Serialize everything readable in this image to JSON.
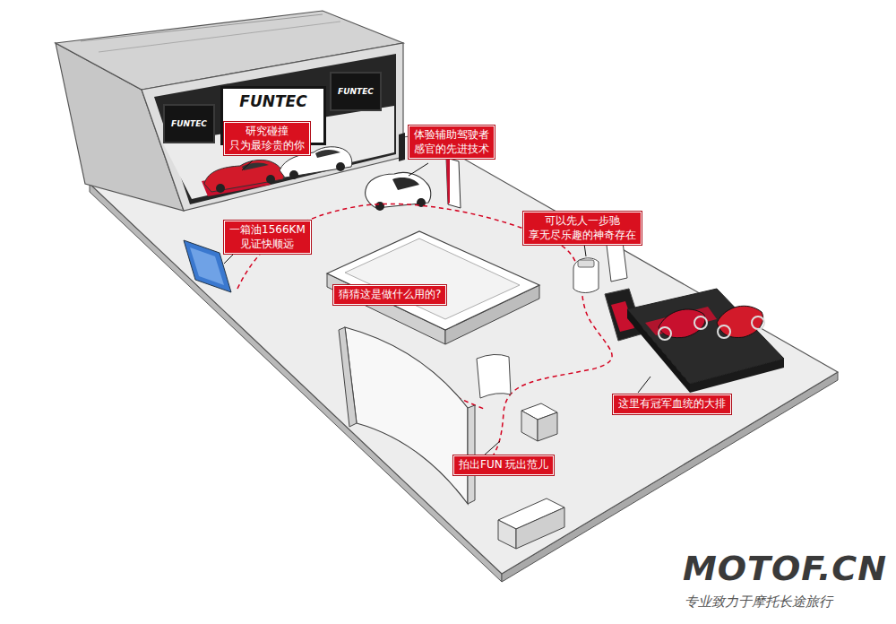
{
  "diagram": {
    "nodes": [
      {
        "text": [
          "FUNTEC"
        ]
      },
      {
        "text": [
          "FUNTEC"
        ]
      },
      {
        "text": [
          "FUNTEC"
        ]
      },
      {
        "text": [
          "研究碰撞 只为最珍贵的你"
        ]
      },
      {
        "text": [
          "体验辅助驾驶者 感官的先进技术"
        ]
      },
      {
        "text": [
          "一箱油1566KM 见证快顺远"
        ]
      },
      {
        "text": [
          "可以先人一步驰 享无尽乐趣的神奇存在"
        ]
      },
      {
        "text": [
          "猜猜这是做什么用的?"
        ]
      },
      {
        "text": [
          "这里有冠军血统的大排"
        ]
      },
      {
        "text": [
          "拍出FUN 玩出范儿"
        ]
      }
    ],
    "labels": [
      "MOTOF.CN",
      "专业致力于摩托长途旅行"
    ]
  }
}
